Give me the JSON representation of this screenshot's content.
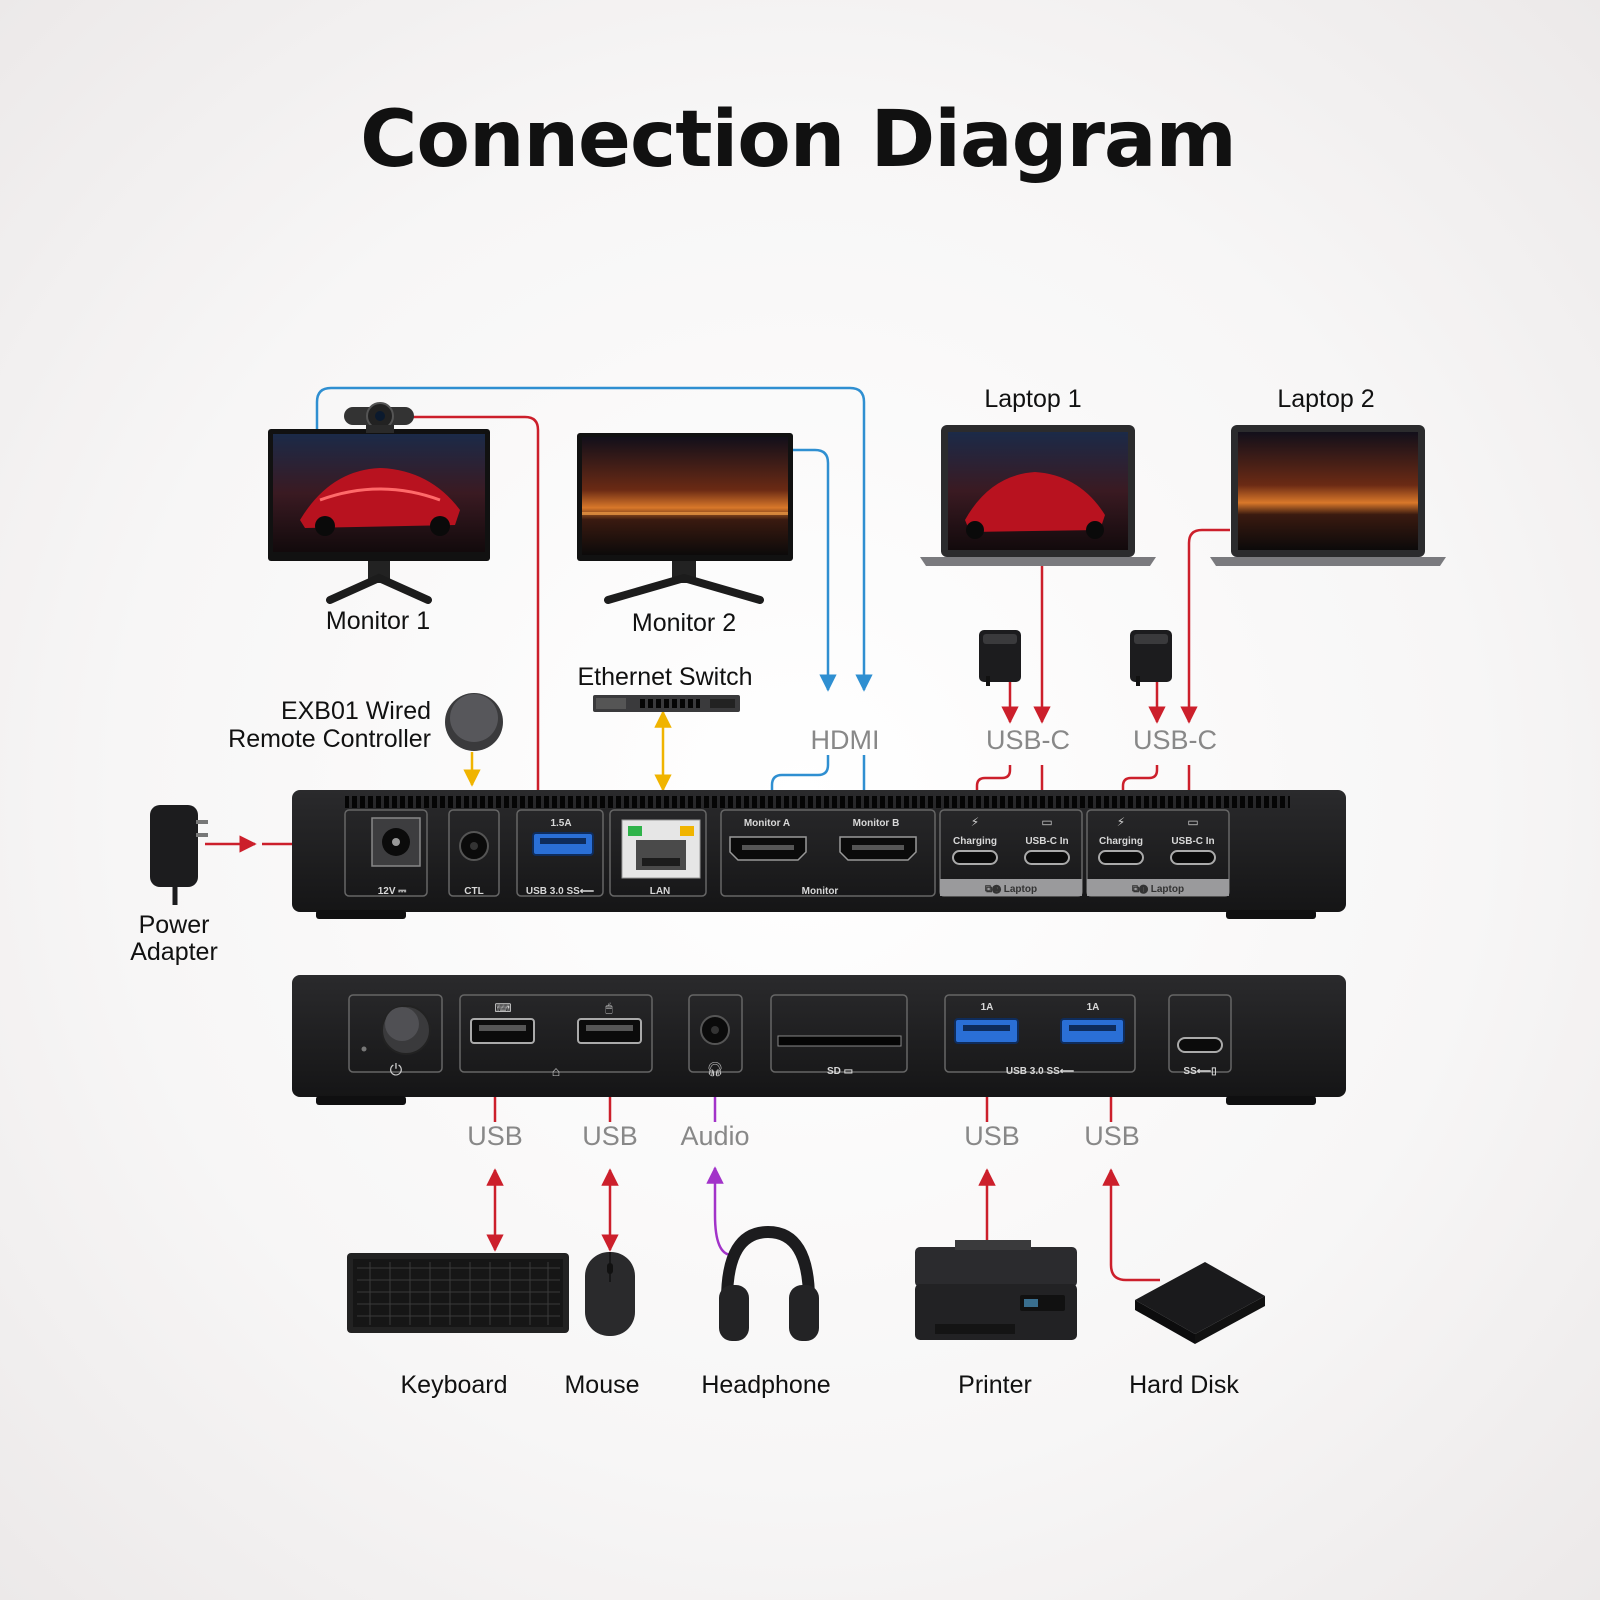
{
  "title": "Connection Diagram",
  "labels": {
    "monitor1": "Monitor 1",
    "monitor2": "Monitor 2",
    "laptop1": "Laptop 1",
    "laptop2": "Laptop 2",
    "ethernet_switch": "Ethernet Switch",
    "remote_line1": "EXB01 Wired",
    "remote_line2": "Remote Controller",
    "power_line1": "Power",
    "power_line2": "Adapter",
    "keyboard": "Keyboard",
    "mouse": "Mouse",
    "headphone": "Headphone",
    "printer": "Printer",
    "hard_disk": "Hard Disk"
  },
  "connection_types": {
    "hdmi": "HDMI",
    "usbc_1": "USB-C",
    "usbc_2": "USB-C",
    "usb_keyboard": "USB",
    "usb_mouse": "USB",
    "audio": "Audio",
    "usb_printer": "USB",
    "usb_disk": "USB"
  },
  "rear_ports": {
    "dc_in": "12V ⎓",
    "ctl": "CTL",
    "usb_rating": "1.5A",
    "usb": "USB 3.0 SS⟵",
    "lan": "LAN",
    "monitor_a": "Monitor A",
    "monitor_b": "Monitor B",
    "monitor_group": "Monitor",
    "charging_a": "Charging",
    "usbc_in_a": "USB-C In",
    "laptop_group_a": "⧉❷ Laptop",
    "charging_b": "Charging",
    "usbc_in_b": "USB-C In",
    "laptop_group_b": "⧉❶ Laptop"
  },
  "front_ports": {
    "usb_a_rating": "1A",
    "usb_b_rating": "1A",
    "usb_group": "USB 3.0 SS⟵",
    "sd": "SD ▭",
    "usbc": "SS⟵▯"
  },
  "colors": {
    "usb_power": "#cc1f2b",
    "video": "#2f8fd1",
    "network_control": "#f0b400",
    "audio": "#a233c9",
    "usb_blue_port": "#2a6fd6"
  }
}
